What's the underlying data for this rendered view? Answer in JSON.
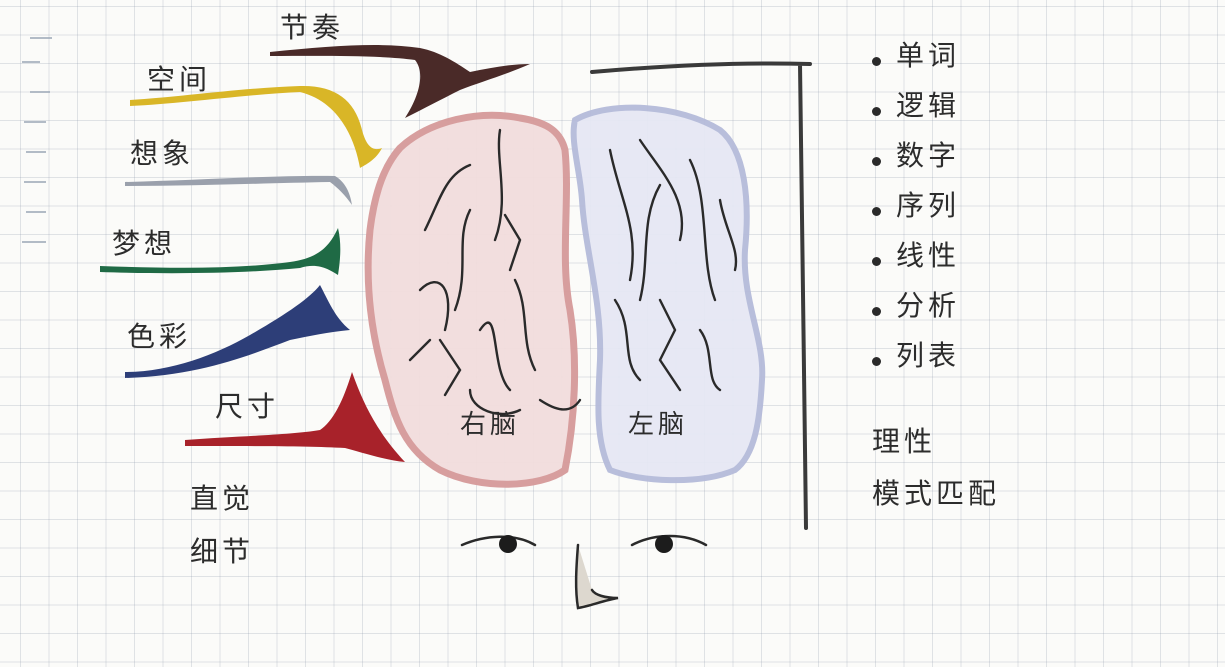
{
  "right_brain_label": "右脑",
  "left_brain_label": "左脑",
  "right_side": {
    "branches": [
      "节奏",
      "空间",
      "想象",
      "梦想",
      "色彩",
      "尺寸"
    ],
    "summary": [
      "直觉",
      "细节"
    ]
  },
  "left_side": {
    "bullets": [
      "单词",
      "逻辑",
      "数字",
      "序列",
      "线性",
      "分析",
      "列表"
    ],
    "summary": [
      "理性",
      "模式匹配"
    ]
  },
  "colors": {
    "rhythm": "#4a2a28",
    "space": "#d9b627",
    "imagination": "#9aa0ac",
    "dream": "#1f6a45",
    "color": "#2d3e78",
    "size": "#a8222a",
    "right_brain_fill": "#e9c4c4",
    "left_brain_fill": "#dcdff0"
  }
}
